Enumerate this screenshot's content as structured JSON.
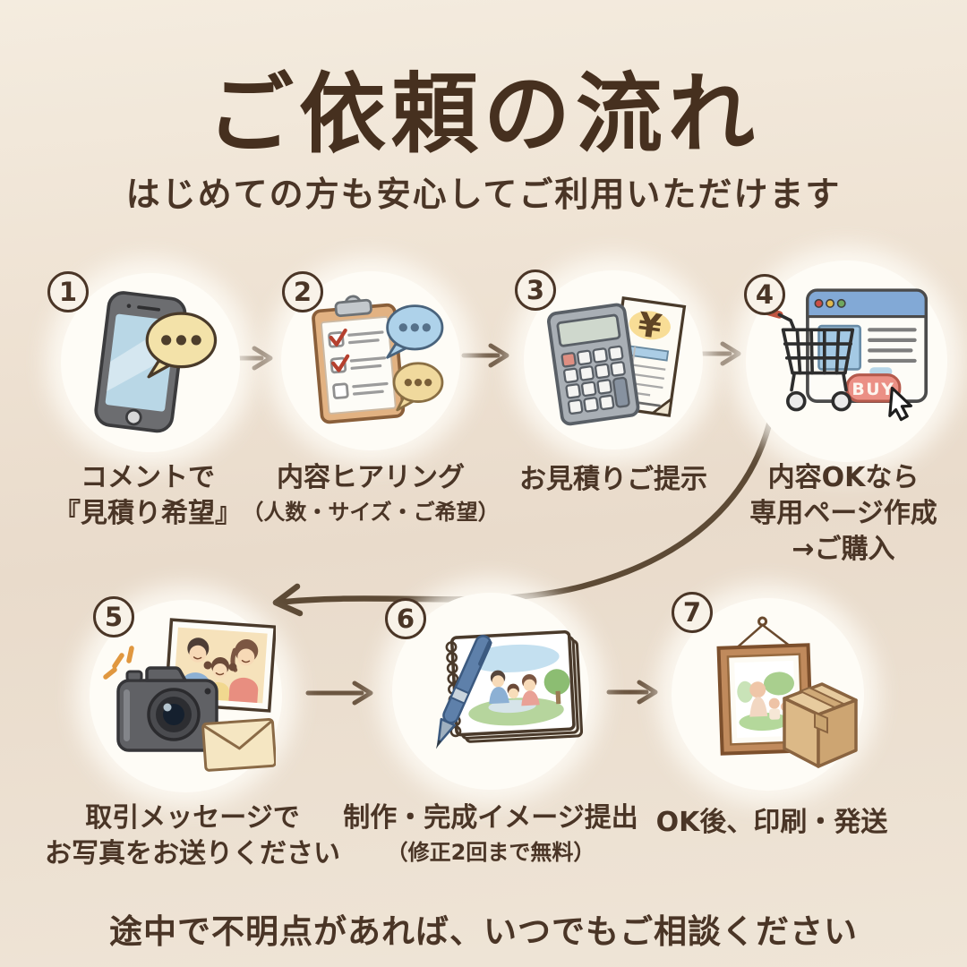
{
  "page": {
    "title": "ご依頼の流れ",
    "subtitle": "はじめての方も安心してご利用いただけます",
    "footer_note": "途中で不明点があれば、いつでもご相談ください"
  },
  "colors": {
    "background": "#efe4d6",
    "text": "#4a3526",
    "arrow": "#6b5540",
    "circle_fill": "#fefcf6",
    "buy_button": "#eb9085",
    "check_red": "#b5402e"
  },
  "icons": {
    "buy_label": "BUY",
    "yen_symbol": "¥"
  },
  "steps": [
    {
      "number": "1",
      "icon": "smartphone-chat",
      "lines": [
        "コメントで",
        "『見積り希望』"
      ]
    },
    {
      "number": "2",
      "icon": "checklist-speech",
      "lines": [
        "内容ヒアリング",
        "（人数・サイズ・ご希望）"
      ]
    },
    {
      "number": "3",
      "icon": "calculator-invoice",
      "lines": [
        "お見積りご提示"
      ]
    },
    {
      "number": "4",
      "icon": "browser-cart-buy",
      "lines": [
        "内容OKなら",
        "専用ページ作成",
        "→ご購入"
      ]
    },
    {
      "number": "5",
      "icon": "camera-photo-mail",
      "lines": [
        "取引メッセージで",
        "お写真をお送りください"
      ]
    },
    {
      "number": "6",
      "icon": "pen-sketchbook",
      "lines": [
        "制作・完成イメージ提出",
        "（修正2回まで無料）"
      ]
    },
    {
      "number": "7",
      "icon": "framed-print-box",
      "lines": [
        "OK後、印刷・発送"
      ]
    }
  ]
}
